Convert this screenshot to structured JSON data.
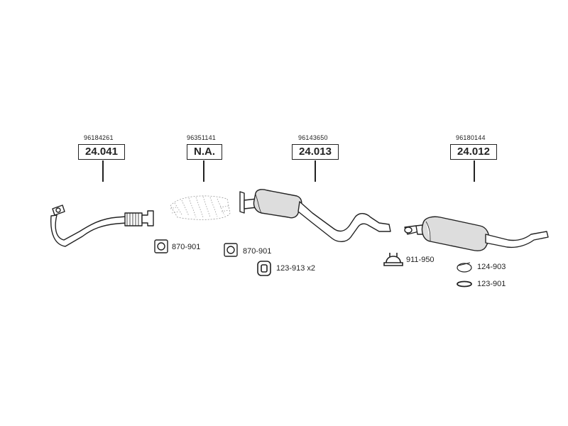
{
  "assemblies": [
    {
      "oem": "96184261",
      "part": "24.041"
    },
    {
      "oem": "96351141",
      "part": "N.A."
    },
    {
      "oem": "96143650",
      "part": "24.013"
    },
    {
      "oem": "96180144",
      "part": "24.012"
    }
  ],
  "accessories": [
    {
      "code": "870-901",
      "icon": "flange-gasket-icon"
    },
    {
      "code": "870-901",
      "icon": "flange-gasket-icon"
    },
    {
      "code": "123-913 x2",
      "icon": "ring-gasket-icon"
    },
    {
      "code": "911-950",
      "icon": "clamp-icon"
    },
    {
      "code": "124-903",
      "icon": "rubber-ring-icon"
    },
    {
      "code": "123-901",
      "icon": "seal-ring-icon"
    }
  ]
}
